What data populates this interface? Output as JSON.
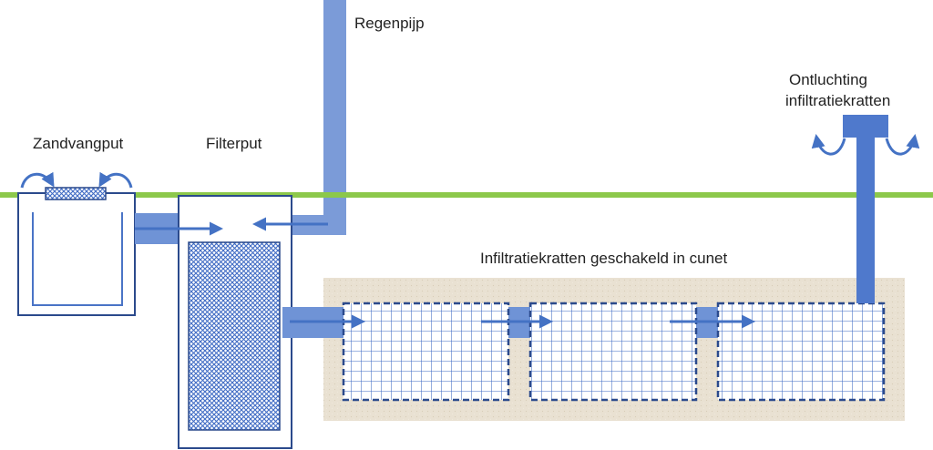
{
  "labels": {
    "regenpijp": "Regenpijp",
    "zandvangput": "Zandvangput",
    "filterput": "Filterput",
    "infiltratiekratten": "Infiltratiekratten geschakeld in cunet",
    "ontluchting_line1": "Ontluchting",
    "ontluchting_line2": "infiltratiekratten"
  },
  "colors": {
    "pipe": "#6f93d6",
    "pipe_dark": "#4f79cc",
    "outline": "#2b4a8c",
    "grass": "#8cc84b",
    "sand": "#e9e1d2",
    "mesh": "#3f6bc4",
    "arrow": "#4472c4",
    "text": "#222222"
  }
}
